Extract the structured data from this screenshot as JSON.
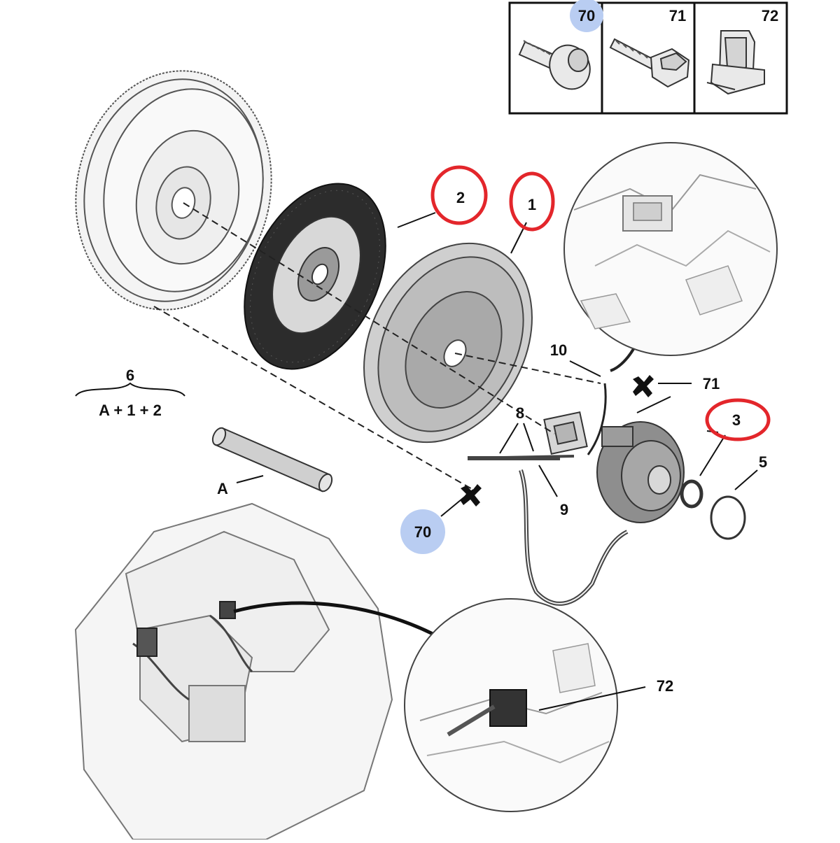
{
  "legend_box": {
    "items": [
      {
        "ref": "70",
        "part": "torx-bolt"
      },
      {
        "ref": "71",
        "part": "hex-bolt"
      },
      {
        "ref": "72",
        "part": "clip"
      }
    ]
  },
  "callouts": {
    "c1": "1",
    "c2": "2",
    "c3": "3",
    "c5": "5",
    "c8": "8",
    "c9": "9",
    "c10": "10",
    "c71": "71",
    "c70": "70",
    "c72": "72",
    "cA": "A"
  },
  "kit": {
    "number": "6",
    "formula": "A + 1 + 2"
  },
  "highlight_color": "#e3262b",
  "badge_color": "#b9cdf2",
  "line_color": "#222222"
}
